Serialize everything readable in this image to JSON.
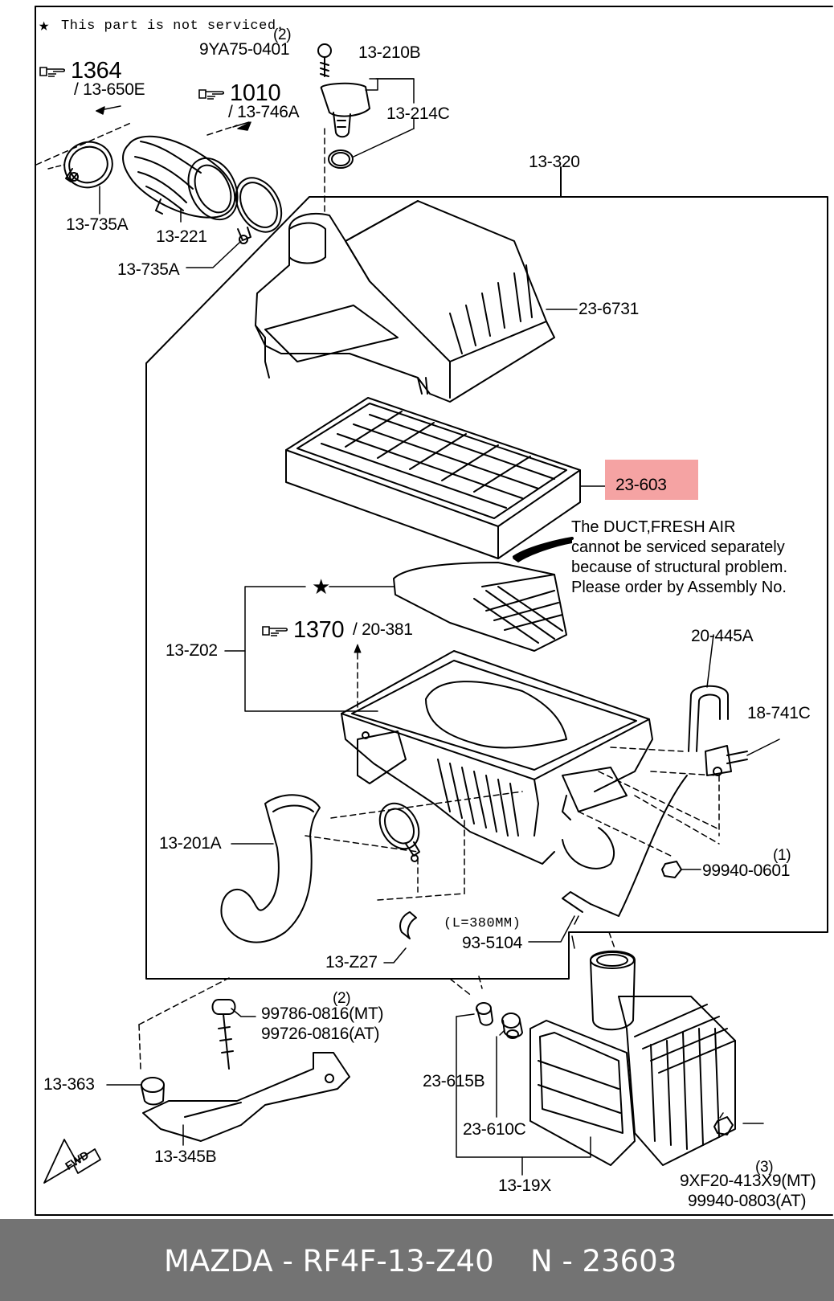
{
  "legend_note": "This part is not serviced.",
  "legend_star": "★",
  "highlight_color": "#f5a3a3",
  "refs": {
    "r1364": {
      "num": "1364",
      "sub": "/ 13-650E"
    },
    "r1010": {
      "num": "1010",
      "sub": "/ 13-746A"
    },
    "r1370": {
      "num": "1370",
      "sub": "/ 20-381"
    }
  },
  "labels": {
    "qty_bolt_top": "(2)",
    "bolt_top": "9YA75-0401",
    "l13_210b": "13-210B",
    "l13_214c": "13-214C",
    "l13_320": "13-320",
    "l13_735a_1": "13-735A",
    "l13_221": "13-221",
    "l13_735a_2": "13-735A",
    "l23_6731": "23-6731",
    "l23_603": "23-603",
    "star_mark": "★",
    "l13_z02": "13-Z02",
    "l20_445a": "20-445A",
    "l18_741c": "18-741C",
    "l13_201a": "13-201A",
    "qty_nut1": "(1)",
    "nut1": "99940-0601",
    "hose_len": "(L=380MM)",
    "l93_5104": "93-5104",
    "l13_z27": "13-Z27",
    "qty_bolt2": "(2)",
    "bolt_mt": "99786-0816(MT)",
    "bolt_at": "99726-0816(AT)",
    "l13_363": "13-363",
    "l13_345b": "13-345B",
    "l23_615b": "23-615B",
    "l23_610c": "23-610C",
    "l13_19x": "13-19X",
    "qty_nut3": "(3)",
    "nut3_mt": "9XF20-413X9(MT)",
    "nut3_at": "99940-0803(AT)",
    "fwd": "FWD"
  },
  "note_lines": [
    "The DUCT,FRESH AIR",
    "cannot be serviced separately",
    "because of structural problem.",
    "Please order by Assembly No."
  ],
  "footer": {
    "brand_part": "MAZDA - RF4F-13-Z40",
    "ref": "N - 23603"
  }
}
